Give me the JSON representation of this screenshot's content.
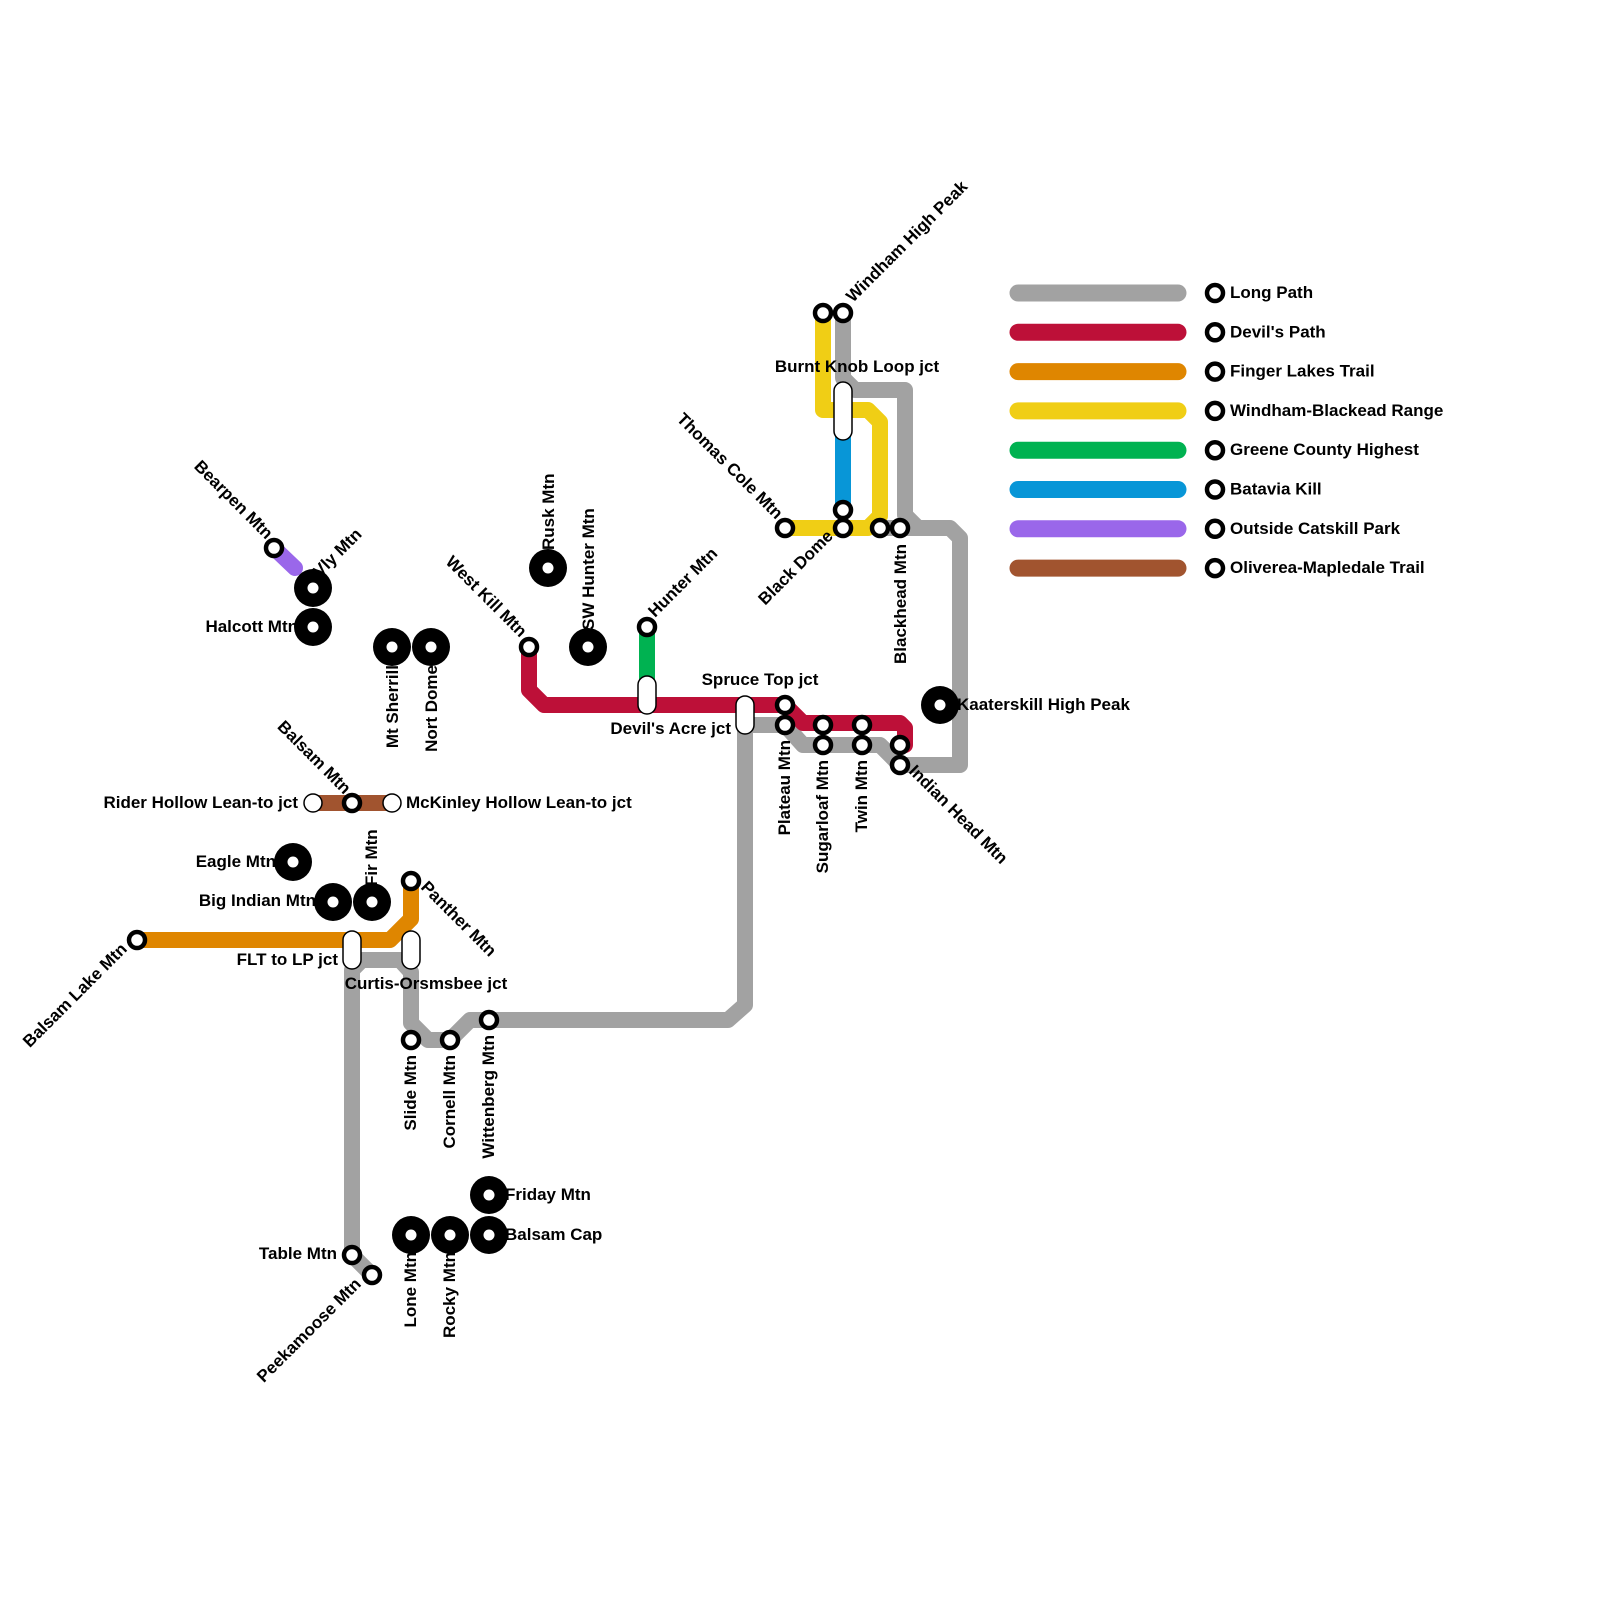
{
  "colors": {
    "long_path": "#a2a2a2",
    "devils_path": "#bd1038",
    "finger_lakes": "#df8600",
    "windham_blackhead": "#f0ce15",
    "greene_county": "#00b251",
    "batavia_kill": "#0896d7",
    "outside_park": "#9a67ea",
    "oliverea": "#a1542f"
  },
  "legend": [
    {
      "label": "Long Path",
      "color": "#a2a2a2"
    },
    {
      "label": "Devil's Path",
      "color": "#bd1038"
    },
    {
      "label": "Finger Lakes Trail",
      "color": "#df8600"
    },
    {
      "label": "Windham-Blackead Range",
      "color": "#f0ce15"
    },
    {
      "label": "Greene County Highest",
      "color": "#00b251"
    },
    {
      "label": "Batavia Kill",
      "color": "#0896d7"
    },
    {
      "label": "Outside Catskill Park",
      "color": "#9a67ea"
    },
    {
      "label": "Oliverea-Mapledale Trail",
      "color": "#a1542f"
    }
  ],
  "stations": [
    "Bearpen Mtn",
    "Vly Mtn",
    "Halcott Mtn",
    "Mt Sherrill",
    "Nort Dome",
    "Rusk Mtn",
    "SW Hunter Mtn",
    "West Kill Mtn",
    "Hunter Mtn",
    "Devil's Acre jct",
    "Spruce Top jct",
    "Plateau Mtn",
    "Sugarloaf Mtn",
    "Twin Mtn",
    "Indian Head Mtn",
    "Kaaterskill High Peak",
    "Blackhead Mtn",
    "Black Dome",
    "Thomas Cole Mtn",
    "Windham High Peak",
    "Burnt Knob Loop jct",
    "Balsam Mtn",
    "Rider Hollow Lean-to jct",
    "McKinley Hollow Lean-to jct",
    "Fir Mtn",
    "Big Indian Mtn",
    "Eagle Mtn",
    "Balsam Lake Mtn",
    "Panther Mtn",
    "FLT to LP jct",
    "Curtis-Orsmsbee jct",
    "Slide Mtn",
    "Cornell Mtn",
    "Wittenberg Mtn",
    "Friday Mtn",
    "Balsam Cap",
    "Rocky Mtn",
    "Lone Mtn",
    "Table Mtn",
    "Peekamoose Mtn"
  ]
}
